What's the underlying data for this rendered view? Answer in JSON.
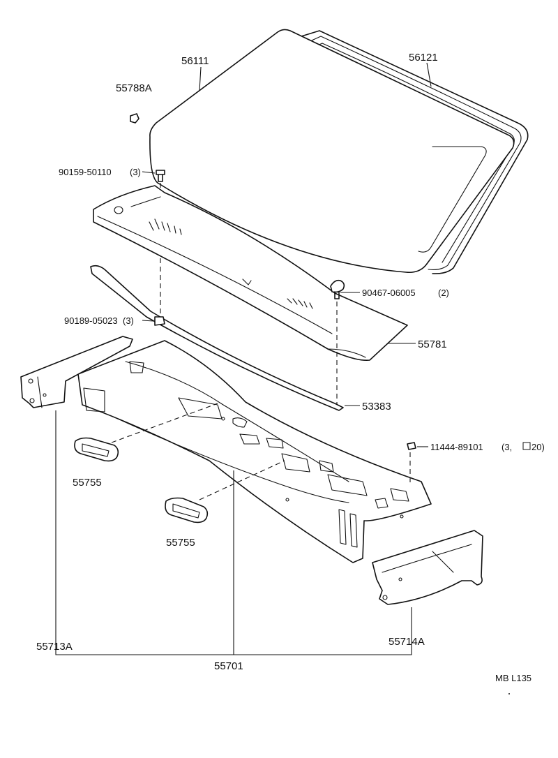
{
  "diagram": {
    "parts": {
      "windshield_glass": "56111",
      "windshield_weatherstrip": "56121",
      "clip_55788a": "55788A",
      "screw": "90159-50110",
      "screw_qty": "(3)",
      "nut": "90189-05023",
      "nut_qty": "(3)",
      "clip_90467": "90467-06005",
      "clip_90467_qty": "(2)",
      "cowl_top_ventilator_louver": "55781",
      "seal": "53383",
      "plate": "11444-89101",
      "plate_qty_open": "(3, ",
      "plate_qty_close": "20)",
      "cover_left": "55755",
      "cover_right": "55755",
      "side_panel_left": "55713A",
      "cowl_panel": "55701",
      "side_panel_right": "55714A"
    },
    "reference_code": "MB L135"
  }
}
